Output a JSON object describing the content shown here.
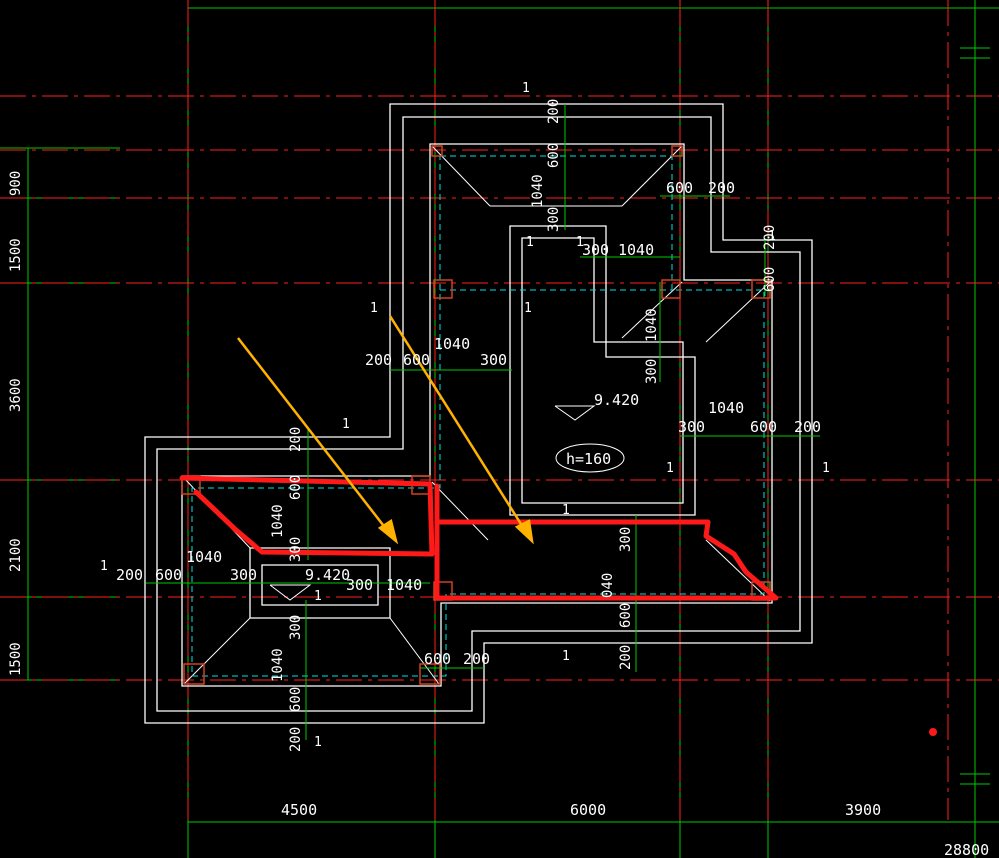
{
  "colors": {
    "background": "#000000",
    "axis_line": "#ff2020",
    "grid_line": "#00c800",
    "wall_line": "#ffffff",
    "hidden_line": "#00e0e0",
    "column_fill": "#d04020",
    "markup_stroke": "#ff1a1a",
    "arrow": "#ffb300"
  },
  "bottom_dimensions": {
    "bay_1": "4500",
    "bay_2": "6000",
    "bay_3": "3900",
    "total": "28800"
  },
  "left_dimensions": {
    "bay_1": "900",
    "bay_2": "1500",
    "bay_3": "3600",
    "bay_4": "2100",
    "bay_5": "1500"
  },
  "elevation_label": "9.420",
  "elevation_label_left": "9.420",
  "thickness_label": "h=160",
  "section_mark": "1",
  "dim_labels": {
    "d200": "200",
    "d600": "600",
    "d300": "300",
    "d1040": "1040",
    "d040": "040"
  }
}
